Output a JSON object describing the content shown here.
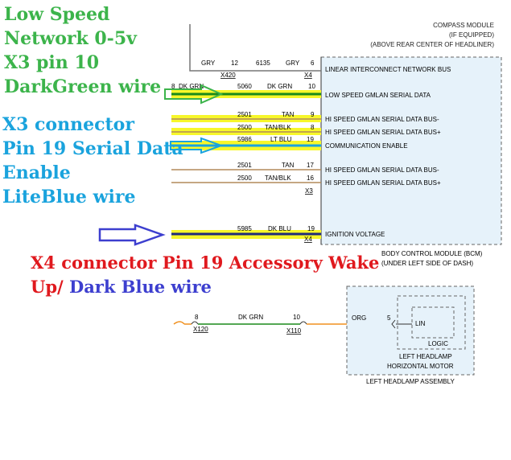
{
  "notes": {
    "low_speed": [
      "Low Speed",
      "Network 0-5v",
      "X3 pin 10",
      "DarkGreen wire"
    ],
    "x3": [
      "X3 connector",
      "Pin 19 Serial Data",
      "Enable",
      "LiteBlue wire"
    ],
    "x4_line1": "X4 connector Pin 19 Accessory Wake",
    "x4_line2_part1": "Up/",
    "x4_line2_part2": "Dark Blue wire"
  },
  "compass": {
    "lines": [
      "COMPASS MODULE",
      "(IF EQUIPPED)",
      "(ABOVE REAR CENTER OF HEADLINER)"
    ]
  },
  "bcm": {
    "title": "BODY CONTROL MODULE (BCM)",
    "subtitle": "(UNDER LEFT SIDE OF DASH)"
  },
  "wires": {
    "linear": {
      "color_left": "GRY",
      "pin_left": "12",
      "circuit": "6135",
      "color_right": "GRY",
      "pin": "6",
      "conn_left": "X420",
      "conn": "X4",
      "function": "LINEAR INTERCONNECT NETWORK BUS"
    },
    "low_speed": {
      "pin_left": "8",
      "color_left": "DK GRN",
      "circuit": "5060",
      "color": "DK GRN",
      "pin": "10",
      "function": "LOW SPEED GMLAN SERIAL DATA"
    },
    "hs1_neg": {
      "circuit": "2501",
      "color": "TAN",
      "pin": "9",
      "function": "HI SPEED GMLAN SERIAL DATA BUS-"
    },
    "hs1_pos": {
      "circuit": "2500",
      "color": "TAN/BLK",
      "pin": "8",
      "function": "HI SPEED GMLAN SERIAL DATA BUS+"
    },
    "comm": {
      "circuit": "5986",
      "color": "LT BLU",
      "pin": "19",
      "function": "COMMUNICATION ENABLE"
    },
    "hs2_neg": {
      "circuit": "2501",
      "color": "TAN",
      "pin": "17",
      "function": "HI SPEED GMLAN SERIAL DATA BUS-"
    },
    "hs2_pos": {
      "circuit": "2500",
      "color": "TAN/BLK",
      "pin": "16",
      "function": "HI SPEED GMLAN SERIAL DATA BUS+"
    },
    "x3_conn": "X3",
    "ign": {
      "circuit": "5985",
      "color": "DK BLU",
      "pin": "19",
      "conn": "X4",
      "function": "IGNITION VOLTAGE"
    }
  },
  "headlamp": {
    "pin_x120": "8",
    "conn_x120": "X120",
    "wire_color": "DK GRN",
    "pin_x110": "10",
    "conn_x110": "X110",
    "org_label": "ORG",
    "pin": "5",
    "lin": "LIN",
    "logic": "LOGIC",
    "motor_lines": [
      "LEFT HEADLAMP",
      "HORIZONTAL MOTOR"
    ],
    "assembly": "LEFT HEADLAMP ASSEMBLY"
  },
  "colors": {
    "highlight": "#f7f72a",
    "green_note": "#3cb44b",
    "blue_note": "#1aa3dd",
    "red_note": "#e0191e",
    "arrow_blue": "#3d3fcf",
    "module_fill": "#e6f2fa",
    "tan_wire": "#b28a5a",
    "orange_wire": "#f0901e",
    "green_wire": "#1a8a1a"
  }
}
